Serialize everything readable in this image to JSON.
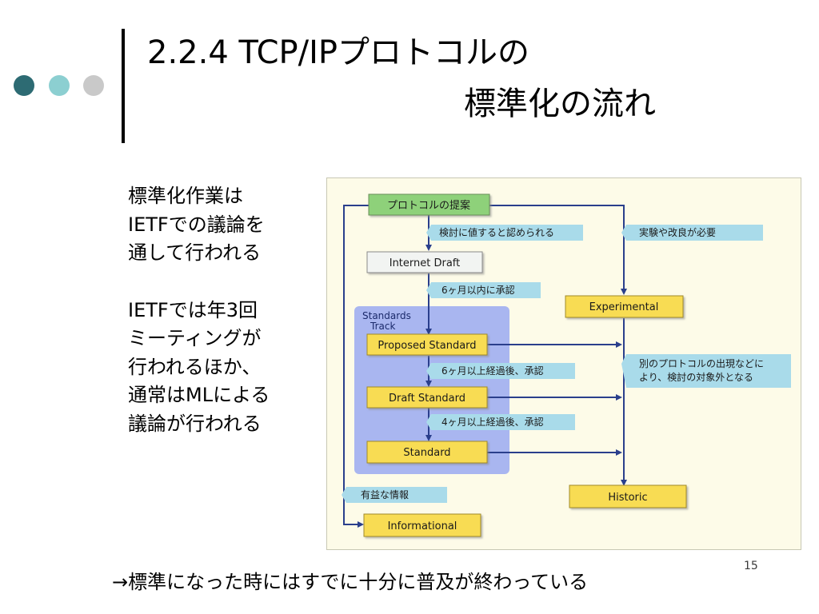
{
  "slide": {
    "title_line1": "2.2.4 TCP/IPプロトコルの",
    "title_line2": "標準化の流れ",
    "page_number": "15",
    "footer": "→標準になった時にはすでに十分に普及が終わっている"
  },
  "side_text": {
    "p1": [
      "標準化作業は",
      "IETFでの議論を",
      "通して行われる"
    ],
    "p2": [
      "IETFでは年3回",
      "ミーティングが",
      "行われるほか、",
      "通常はMLによる",
      "議論が行われる"
    ]
  },
  "diagram": {
    "boxes": {
      "proposal": "プロトコルの提案",
      "internet_draft": "Internet Draft",
      "experimental": "Experimental",
      "proposed_standard": "Proposed Standard",
      "draft_standard": "Draft Standard",
      "standard": "Standard",
      "historic": "Historic",
      "informational": "Informational"
    },
    "labels": {
      "worth_review": "検討に値すると認められる",
      "needs_experiment": "実験や改良が必要",
      "six_months_within": "6ヶ月以内に承認",
      "six_months_after": "6ヶ月以上経過後、承認",
      "four_months_after": "4ヶ月以上経過後、承認",
      "useful_info": "有益な情報",
      "other_protocol_1": "別のプロトコルの出現などに",
      "other_protocol_2": "より、検討の対象外となる",
      "standards_track_1": "Standards",
      "standards_track_2": "Track"
    },
    "colors": {
      "green_box": "#8ed17a",
      "white_box": "#f2f4f2",
      "yellow_box": "#f8dc52",
      "label_bg": "#a9dbea",
      "arrow": "#2a3f8c",
      "standards_track_bg": "#a9b6f0"
    }
  }
}
